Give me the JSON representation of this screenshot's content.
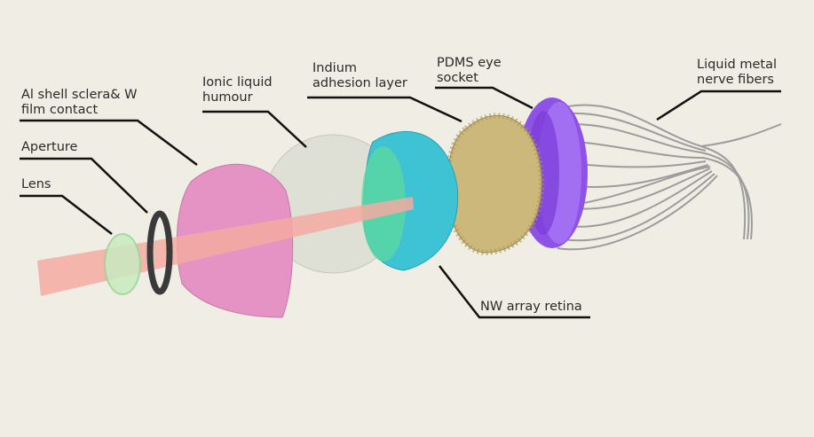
{
  "labels": {
    "al_shell": "Al shell sclera& W\nfilm contact",
    "aperture": "Aperture",
    "lens": "Lens",
    "ionic": "Ionic liquid\nhumour",
    "indium": "Indium\nadhesion layer",
    "pdms": "PDMS eye\nsocket",
    "liquid_metal": "Liquid metal\nnerve fibers",
    "nw_retina": "NW array retina"
  },
  "colors": {
    "background": "#efede4",
    "beam": "#f3a8a0",
    "sclera": "#e48fc0",
    "humour": "#dcdcd2",
    "retina": "#3fc4d6",
    "indium": "#c8b46a",
    "pdms": "#9a5cf0",
    "fibers": "#9a9a9a"
  }
}
